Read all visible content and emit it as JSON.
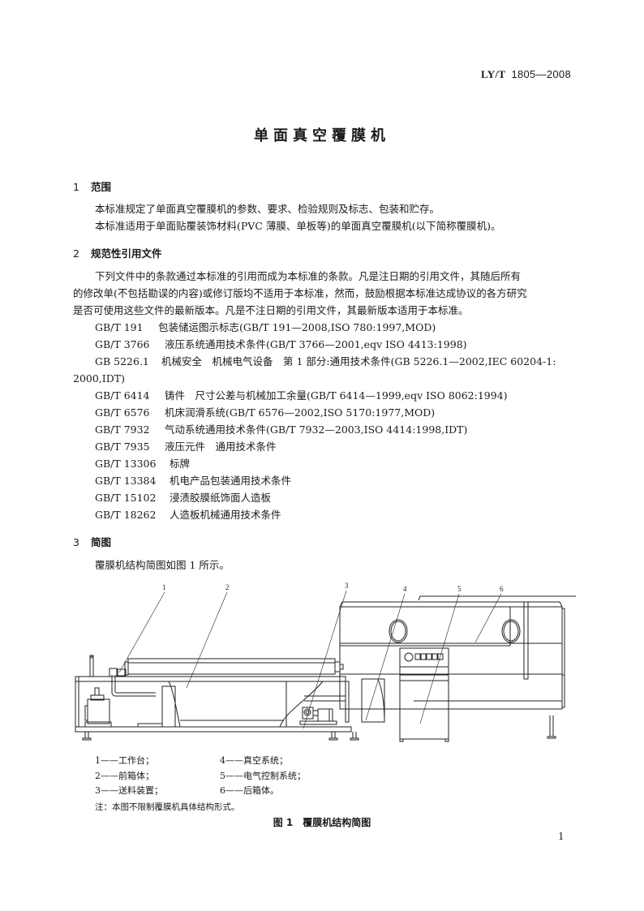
{
  "header": {
    "standard_prefix": "LY/T",
    "standard_number": "1805—2008"
  },
  "title": "单面真空覆膜机",
  "sections": [
    {
      "number": "1",
      "heading": "范围",
      "paragraphs": [
        "本标准规定了单面真空覆膜机的参数、要求、检验规则及标志、包装和贮存。",
        "本标准适用于单面贴覆装饰材料(PVC 薄膜、单板等)的单面真空覆膜机(以下简称覆膜机)。"
      ]
    },
    {
      "number": "2",
      "heading": "规范性引用文件",
      "intro_lines": [
        "下列文件中的条款通过本标准的引用而成为本标准的条款。凡是注日期的引用文件，其随后所有",
        "的修改单(不包括勘误的内容)或修订版均不适用于本标准，然而，鼓励根据本标准达成协议的各方研究",
        "是否可使用这些文件的最新版本。凡是不注日期的引用文件，其最新版本适用于本标准。"
      ],
      "references": [
        {
          "code": "GB/T 191",
          "title": "包装储运图示标志(GB/T 191—2008,ISO 780:1997,MOD)"
        },
        {
          "code": "GB/T 3766",
          "title": "液压系统通用技术条件(GB/T 3766—2001,eqv ISO 4413:1998)"
        },
        {
          "code": "GB 5226.1",
          "title": "机械安全　机械电气设备　第 1 部分:通用技术条件(GB 5226.1—2002,IEC 60204-1:",
          "continuation": "2000,IDT)"
        },
        {
          "code": "GB/T 6414",
          "title": "铸件　尺寸公差与机械加工余量(GB/T 6414—1999,eqv ISO 8062:1994)"
        },
        {
          "code": "GB/T 6576",
          "title": "机床润滑系统(GB/T 6576—2002,ISO 5170:1977,MOD)"
        },
        {
          "code": "GB/T 7932",
          "title": "气动系统通用技术条件(GB/T 7932—2003,ISO 4414:1998,IDT)"
        },
        {
          "code": "GB/T 7935",
          "title": "液压元件　通用技术条件"
        },
        {
          "code": "GB/T 13306",
          "title": "标牌"
        },
        {
          "code": "GB/T 13384",
          "title": "机电产品包装通用技术条件"
        },
        {
          "code": "GB/T 15102",
          "title": "浸渍胶膜纸饰面人造板"
        },
        {
          "code": "GB/T 18262",
          "title": "人造板机械通用技术条件"
        }
      ]
    },
    {
      "number": "3",
      "heading": "简图",
      "paragraphs": [
        "覆膜机结构简图如图 1 所示。"
      ]
    }
  ],
  "figure": {
    "callouts": [
      "1",
      "2",
      "3",
      "4",
      "5",
      "6"
    ],
    "legend": [
      {
        "num": "1",
        "label": "工作台；"
      },
      {
        "num": "2",
        "label": "前箱体；"
      },
      {
        "num": "3",
        "label": "送料装置；"
      },
      {
        "num": "4",
        "label": "真空系统；"
      },
      {
        "num": "5",
        "label": "电气控制系统；"
      },
      {
        "num": "6",
        "label": "后箱体。"
      }
    ],
    "dash": "——",
    "note": "注：本图不限制覆膜机具体结构形式。",
    "caption": "图 1　覆膜机结构简图"
  },
  "footer": {
    "page_number": "1"
  }
}
